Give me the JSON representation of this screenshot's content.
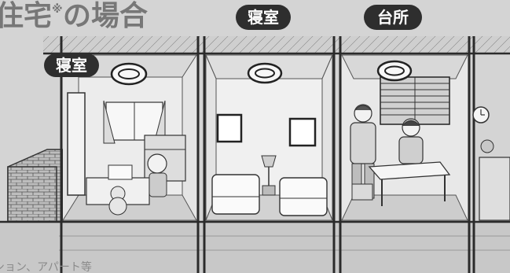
{
  "heading": {
    "text": "住宅",
    "marker": "※",
    "suffix": "の場合"
  },
  "room_labels": {
    "bedroom_left": "寝室",
    "bedroom_center": "寝室",
    "kitchen": "台所"
  },
  "caption": "ション、アパート等",
  "colors": {
    "background": "#d4d4d4",
    "label_pill": "#2e2e2e",
    "line": "#2b2b2b",
    "wall_light": "#e6e6e6",
    "heading": "#777777"
  },
  "icons": [
    "smoke-alarm-icon",
    "smoke-alarm-icon",
    "smoke-alarm-icon"
  ]
}
